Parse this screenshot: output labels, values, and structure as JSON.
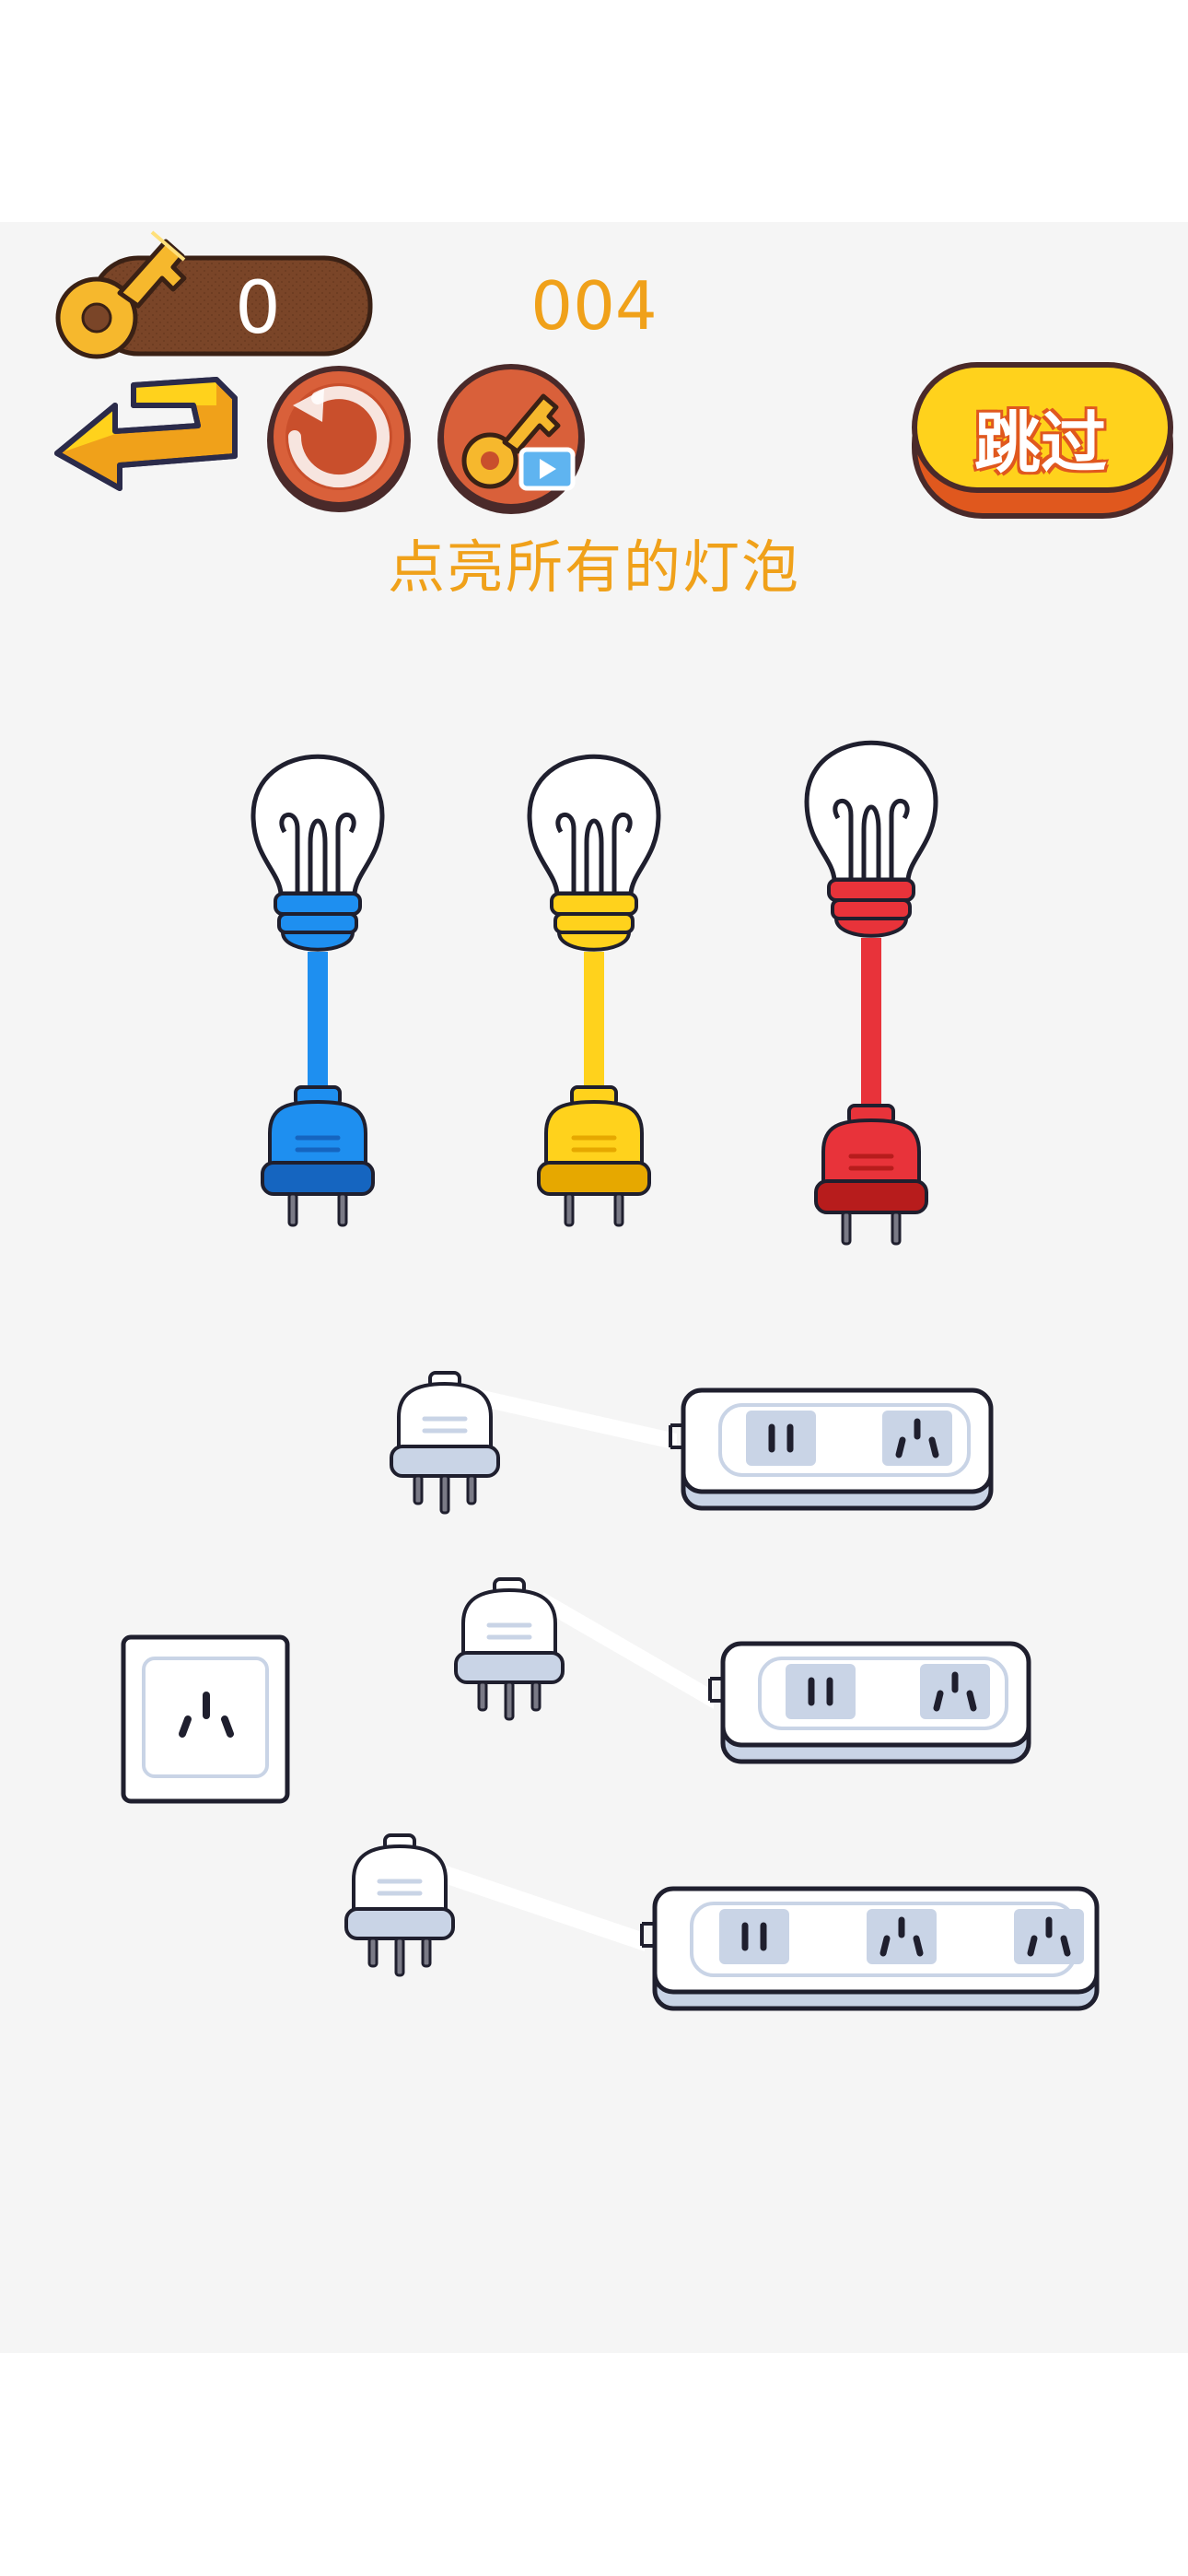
{
  "hud": {
    "key_count": "0",
    "level": "004",
    "skip_label": "跳过"
  },
  "instruction": "点亮所有的灯泡",
  "colors": {
    "accent_orange": "#f0a11a",
    "blue": "#1e8ff0",
    "yellow": "#ffd21c",
    "red": "#e8333a",
    "key_bar": "#7a4528",
    "round_button": "#d9603a"
  },
  "icons": [
    "key-icon",
    "back-arrow-icon",
    "restart-icon",
    "key-video-icon"
  ],
  "bulbs": [
    {
      "name": "blue",
      "color": "#1e8ff0",
      "dark": "#1565c0"
    },
    {
      "name": "yellow",
      "color": "#ffd21c",
      "dark": "#e6a800"
    },
    {
      "name": "red",
      "color": "#e8333a",
      "dark": "#b71c1c"
    }
  ],
  "power_strips": [
    {
      "sockets": 2
    },
    {
      "sockets": 2
    },
    {
      "sockets": 3
    }
  ]
}
